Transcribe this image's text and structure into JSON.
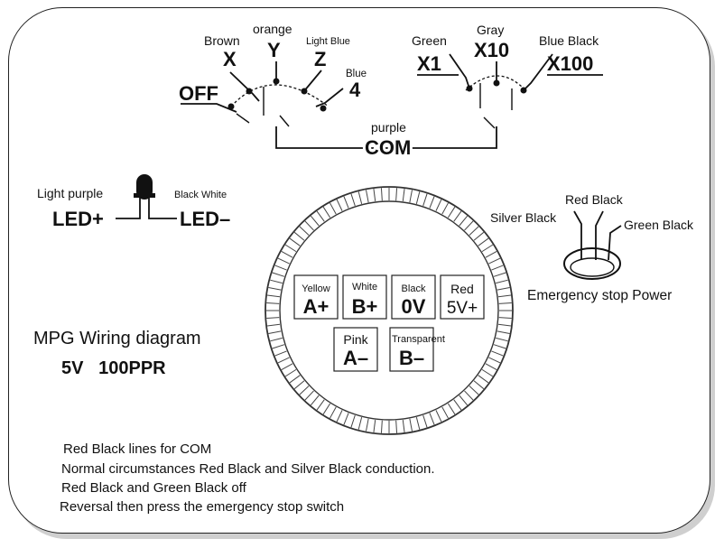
{
  "axis_switch": {
    "positions": [
      {
        "color": "Brown",
        "label": "X"
      },
      {
        "color": "orange",
        "label": "Y"
      },
      {
        "color": "Light Blue",
        "label": "Z"
      },
      {
        "color": "Blue",
        "label": "4"
      }
    ],
    "off_label": "OFF"
  },
  "scale_switch": {
    "positions": [
      {
        "color": "Green",
        "label": "X1"
      },
      {
        "color": "Gray",
        "label": "X10"
      },
      {
        "color": "Blue Black",
        "label": "X100"
      }
    ]
  },
  "common": {
    "color": "purple",
    "label": "COM"
  },
  "led": {
    "left_color": "Light purple",
    "left_label": "LED+",
    "right_color": "Black White",
    "right_label": "LED–"
  },
  "encoder_pads": [
    {
      "color": "Yellow",
      "label": "A+"
    },
    {
      "color": "White",
      "label": "B+"
    },
    {
      "color": "Black",
      "label": "0V"
    },
    {
      "color": "Red",
      "label": "5V+"
    },
    {
      "color": "Pink",
      "label": "A–"
    },
    {
      "color": "Transparent",
      "label": "B–"
    }
  ],
  "estop": {
    "wire_top": "Red Black",
    "wire_left": "Silver Black",
    "wire_right": "Green Black",
    "label": "Emergency stop Power"
  },
  "title": "MPG Wiring diagram",
  "subtitle": "5V   100PPR",
  "notes": [
    "Red Black lines for COM",
    "Normal circumstances Red Black and Silver Black conduction.",
    "Red Black and Green Black off",
    "Reversal then press the emergency stop switch"
  ]
}
